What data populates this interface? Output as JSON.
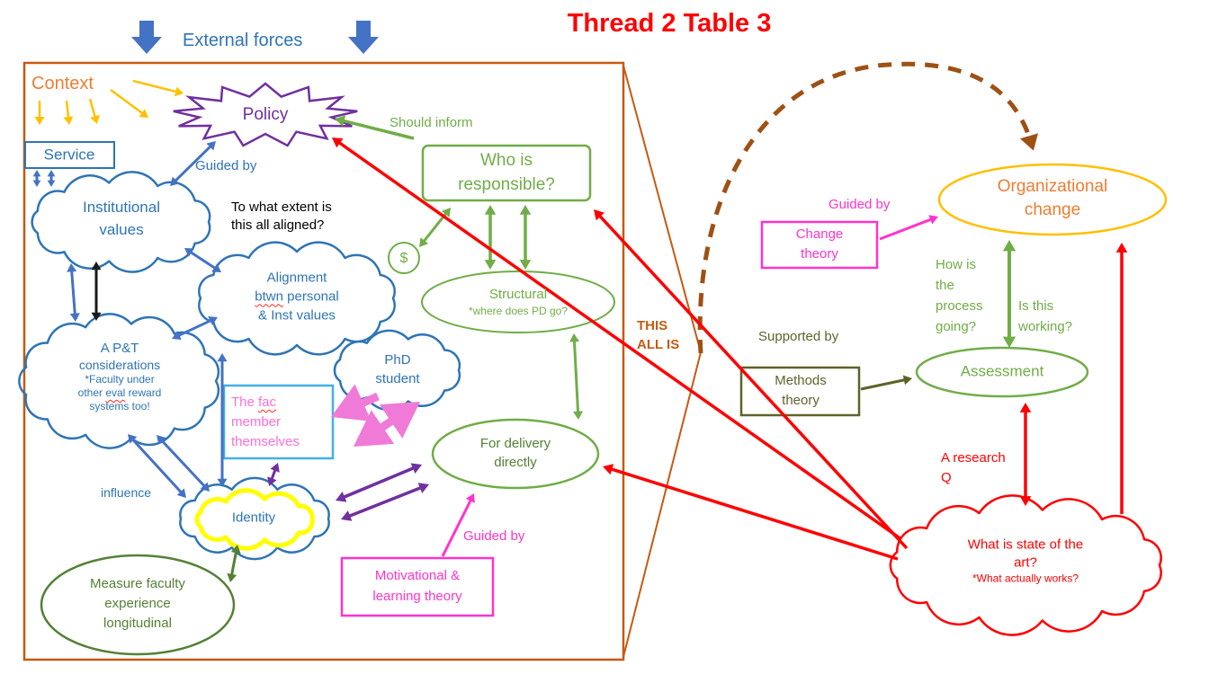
{
  "title": "Thread 2 Table 3",
  "colors": {
    "red": "#FF0000",
    "blue_text": "#2E74B5",
    "blue_arrow": "#4472C4",
    "orange": "#ED7D31",
    "brown_frame": "#C55A11",
    "purple": "#7030A0",
    "green": "#70AD47",
    "dark_green": "#538135",
    "magenta": "#FF33CC",
    "pink": "#FF6FD8",
    "gold": "#FFC000",
    "olive": "#5F6228",
    "light_blue": "#41B0E4"
  },
  "top": {
    "external_forces": "External forces"
  },
  "box": {
    "context": "Context",
    "policy": "Policy",
    "service": "Service",
    "guided_by": "Guided by",
    "institutional": {
      "l1": "Institutional",
      "l2": "values"
    },
    "aligned_q": {
      "l1": "To what extent is",
      "l2": "this all aligned?"
    },
    "dollar": "$",
    "should_inform": "Should inform",
    "who": {
      "l1": "Who is",
      "l2": "responsible?"
    },
    "alignment": {
      "l1": "Alignment",
      "l2a": "btwn",
      "l2b": " personal",
      "l3": "& Inst values"
    },
    "structural": {
      "l1": "Structural",
      "l2": "*where does PD go?"
    },
    "apt": {
      "l1": "A P&T",
      "l2": "considerations",
      "l3": "*Faculty under",
      "l4a": "other ",
      "l4b": "eval",
      "l4c": " reward",
      "l5": "systems too!"
    },
    "phd": {
      "l1": "PhD",
      "l2": "student"
    },
    "fac": {
      "l1a": "The ",
      "l1b": "fac",
      "l2": "member",
      "l3": "themselves"
    },
    "for_delivery": {
      "l1": "For delivery",
      "l2": "directly"
    },
    "identity": "Identity",
    "influence": "influence",
    "measure": {
      "l1": "Measure faculty",
      "l2": "experience",
      "l3": "longitudinal"
    },
    "guided_by_pink": "Guided by",
    "motivational": {
      "l1": "Motivational &",
      "l2": "learning theory"
    }
  },
  "callout": {
    "this_all_is": {
      "l1": "THIS",
      "l2": "ALL IS"
    }
  },
  "right": {
    "org_change": {
      "l1": "Organizational",
      "l2": "change"
    },
    "guided_by": "Guided by",
    "change_theory": {
      "l1": "Change",
      "l2": "theory"
    },
    "process_q": {
      "l1": "How is",
      "l2": "the",
      "l3": "process",
      "l4": "going?"
    },
    "working_q": {
      "l1": "Is this",
      "l2": "working?"
    },
    "assessment": "Assessment",
    "supported_by": "Supported by",
    "methods_theory": {
      "l1": "Methods",
      "l2": "theory"
    },
    "research_q": {
      "l1": "A research",
      "l2": "Q"
    },
    "state_of_art": {
      "l1": "What is state of the",
      "l2": "art?",
      "l3": "*What actually works?"
    }
  }
}
